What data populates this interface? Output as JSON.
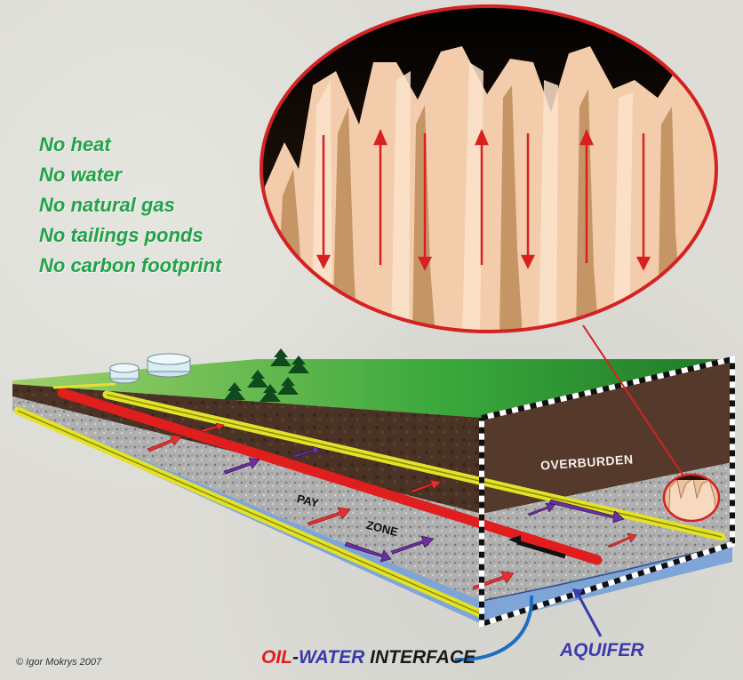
{
  "benefits": [
    "No heat",
    "No water",
    "No natural gas",
    "No tailings ponds",
    "No carbon footprint"
  ],
  "labels": {
    "overburden": "OVERBURDEN",
    "pay": "PAY",
    "zone": "ZONE",
    "interface_oil": "OIL",
    "interface_dash": "-",
    "interface_water": "WATER",
    "interface_rest": " INTERFACE",
    "aquifer": "AQUIFER",
    "credit": "© Igor Mokrys 2007"
  },
  "colors": {
    "benefit_text": "#22a24a",
    "surface": "#2fa03a",
    "overburden": "#4a3325",
    "pay_zone": "#a9a9a9",
    "aquifer": "#7fa4d8",
    "producer_pipe": "#e3e22a",
    "injector_pipe": "#e01e1e",
    "oil_arrow": "#e53030",
    "water_arrow": "#6a2fa0"
  }
}
